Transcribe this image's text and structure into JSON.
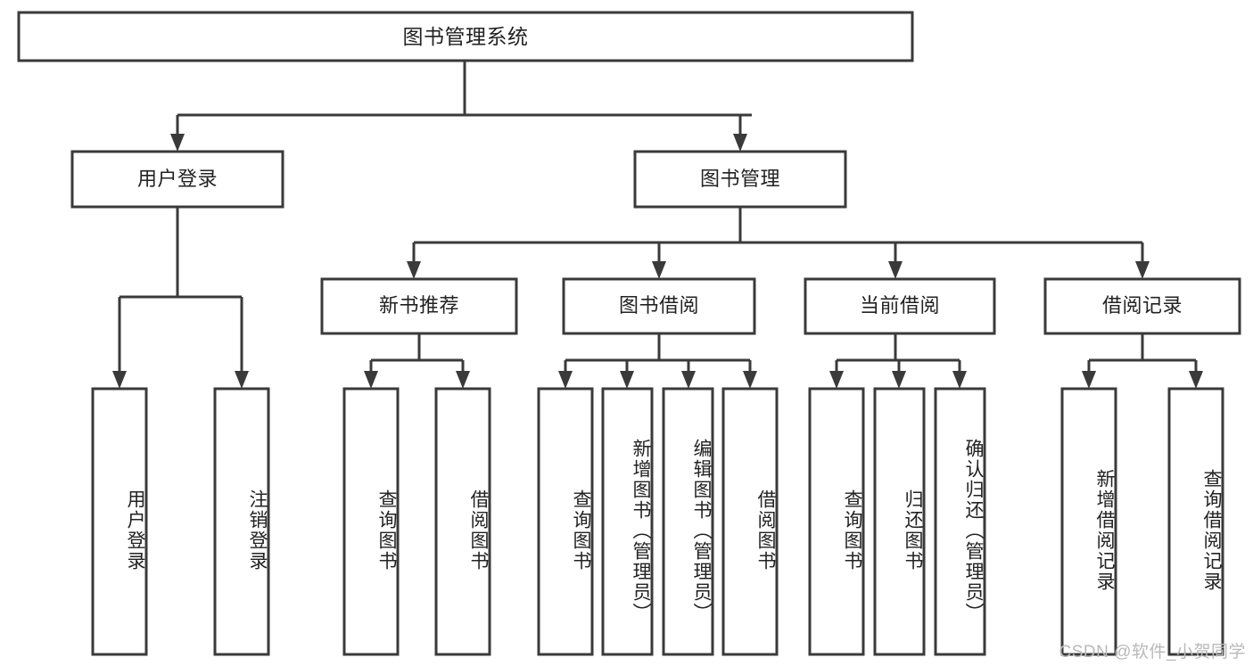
{
  "diagram": {
    "title": "图书管理系统",
    "watermark": "CSDN @软件_小贺同学",
    "root": {
      "label": "图书管理系统"
    },
    "level2": [
      {
        "label": "用户登录"
      },
      {
        "label": "图书管理"
      }
    ],
    "level3": [
      {
        "label": "新书推荐"
      },
      {
        "label": "图书借阅"
      },
      {
        "label": "当前借阅"
      },
      {
        "label": "借阅记录"
      }
    ],
    "leaves": {
      "user_login": [
        {
          "label": "用户登录"
        },
        {
          "label": "注销登录"
        }
      ],
      "new_book_recommend": [
        {
          "label": "查询图书"
        },
        {
          "label": "借阅图书"
        }
      ],
      "book_borrow": [
        {
          "label": "查询图书"
        },
        {
          "label": "新增图书（管理员）"
        },
        {
          "label": "编辑图书（管理员）"
        },
        {
          "label": "借阅图书"
        }
      ],
      "current_borrow": [
        {
          "label": "查询图书"
        },
        {
          "label": "归还图书"
        },
        {
          "label": "确认归还（管理员）"
        }
      ],
      "borrow_record": [
        {
          "label": "新增借阅记录"
        },
        {
          "label": "查询借阅记录"
        }
      ]
    },
    "colors": {
      "stroke": "#3a3a3a",
      "fill": "#ffffff",
      "text": "#222222",
      "watermark": "#b9b9b9"
    }
  }
}
